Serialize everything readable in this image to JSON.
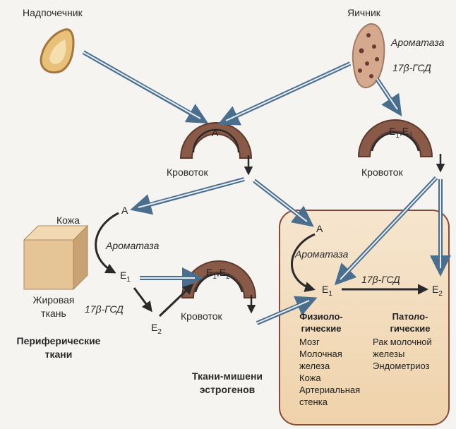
{
  "labels": {
    "adrenal": "Надпочечник",
    "ovary": "Яичник",
    "aromatase_ovary": "Ароматаза",
    "hsd_ovary": "17β-ГСД",
    "blood_left": "Кровоток",
    "blood_right": "Кровоток",
    "blood_mid": "Кровоток",
    "skin": "Кожа",
    "aromatase_periph": "Ароматаза",
    "hsd_periph": "17β-ГСД",
    "fat_tissue": "Жировая\nткань",
    "peripheral_tissues": "Периферические\nткани",
    "aromatase_target": "Ароматаза",
    "hsd_target": "17β-ГСД",
    "target_tissues": "Ткани-мишени\nэстрогенов"
  },
  "molecules": {
    "A": "A",
    "E": "E",
    "sub1": "1",
    "sub2": "2",
    "sep": ","
  },
  "physiological": {
    "title": [
      "Физиоло-",
      "гические"
    ],
    "items": [
      "Мозг",
      "Молочная",
      "железа",
      "Кожа",
      "Артериальная",
      "стенка"
    ]
  },
  "pathological": {
    "title": [
      "Патоло-",
      "гические"
    ],
    "items": [
      "Рак молочной",
      "железы",
      "Эндометриоз"
    ]
  },
  "colors": {
    "arrow_blue": "#4a6f8e",
    "arrow_pale": "#e8eef3",
    "vessel": "#8a5a48",
    "vessel_dark": "#5d3a2e",
    "target_box_fill": "#f3dcbf",
    "target_box_stroke": "#8a4a3a",
    "adrenal_fill": "#e9c07a",
    "ovary_fill": "#d4a98e",
    "fat_front": "#e5c496",
    "fat_top": "#f0d9b3",
    "fat_side": "#c9a273"
  }
}
